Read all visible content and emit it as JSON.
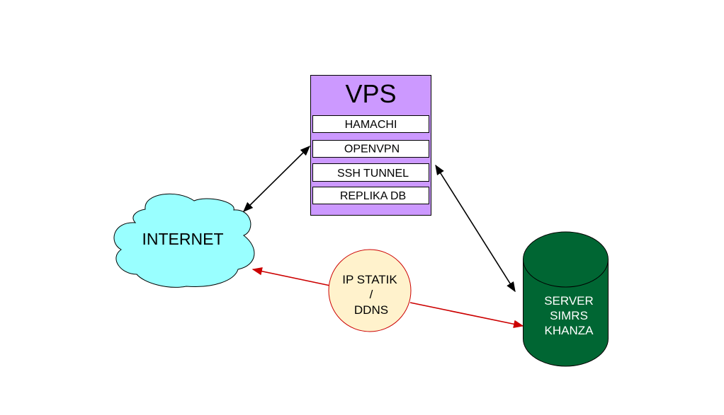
{
  "nodes": {
    "vps": {
      "title": "VPS",
      "items": [
        "HAMACHI",
        "OPENVPN",
        "SSH TUNNEL",
        "REPLIKA DB"
      ],
      "fill": "#cc99ff"
    },
    "internet": {
      "label": "INTERNET",
      "fill": "#99ffff"
    },
    "server": {
      "lines": [
        "SERVER",
        "SIMRS",
        "KHANZA"
      ],
      "fill": "#006633"
    },
    "ip": {
      "lines": [
        "IP STATIK",
        "/",
        "DDNS"
      ],
      "fill": "#fff2cc",
      "stroke": "#cc0000"
    }
  },
  "colors": {
    "link_black": "#000000",
    "link_red": "#cc0000"
  }
}
